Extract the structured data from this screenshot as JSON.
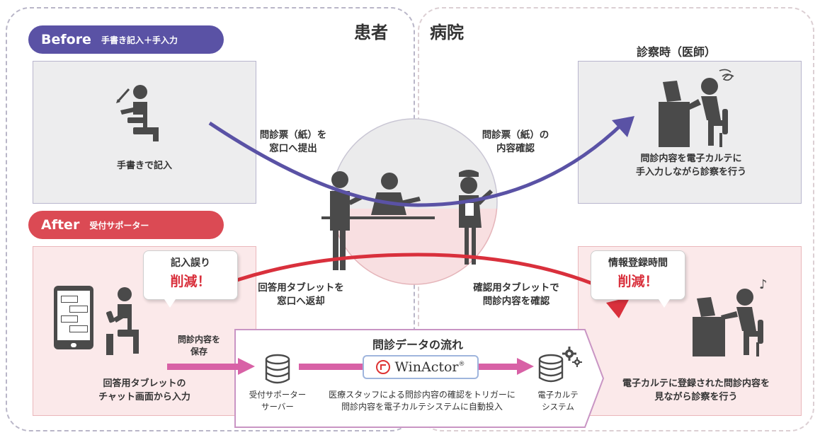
{
  "regions": {
    "patient": "患者",
    "hospital": "病院"
  },
  "before": {
    "label": "Before",
    "sub": "手書き記入＋手入力",
    "patient_caption": "手書きで記入",
    "arrow_left_text": [
      "問診票（紙）を",
      "窓口へ提出"
    ],
    "arrow_right_text": [
      "問診票（紙）の",
      "内容確認"
    ],
    "doctor_title": "診察時（医師）",
    "doctor_caption": [
      "問診内容を電子カルテに",
      "手入力しながら診察を行う"
    ]
  },
  "after": {
    "label": "After",
    "sub": "受付サポーター",
    "bubble_left": {
      "line1": "記入誤り",
      "line2": "削減！"
    },
    "bubble_right": {
      "line1": "情報登録時間",
      "line2": "削減！"
    },
    "arrow_left_text": [
      "回答用タブレットを",
      "窓口へ返却"
    ],
    "arrow_right_text": [
      "確認用タブレットで",
      "問診内容を確認"
    ],
    "patient_caption": [
      "回答用タブレットの",
      "チャット画面から入力"
    ],
    "save_label": [
      "問診内容を",
      "保存"
    ],
    "doctor_caption": [
      "電子カルテに登録された問診内容を",
      "見ながら診察を行う"
    ]
  },
  "flow": {
    "title": "問診データの流れ",
    "server_label": [
      "受付サポーター",
      "サーバー"
    ],
    "winactor": "WinActor",
    "winactor_mark": "®",
    "description": [
      "医療スタッフによる問診内容の確認をトリガーに",
      "問診内容を電子カルテシステムに自動投入"
    ],
    "emr_label": [
      "電子カルテ",
      "システム"
    ]
  },
  "colors": {
    "before": "#5a52a5",
    "after": "#db4a54",
    "flow_arrow": "#d861a6",
    "figure": "#4a4a4a"
  }
}
